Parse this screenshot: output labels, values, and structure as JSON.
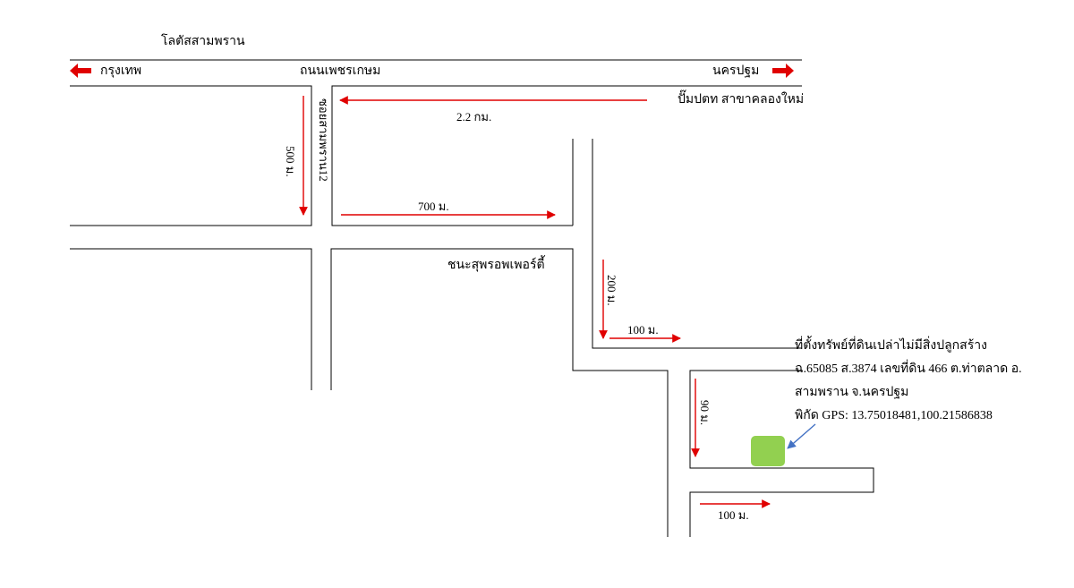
{
  "labels": {
    "lotus": "โลตัสสามพราน",
    "bangkok": "กรุงเทพ",
    "main_road": "ถนนเพชรเกษม",
    "nakhon_pathom": "นครปฐม",
    "ptt_station": "ปั๊มปตท สาขาคลองใหม่",
    "dist_2_2km": "2.2 กม.",
    "soi": "ซอยสามพราน12",
    "dist_500m": "500 ม.",
    "dist_700m": "700 ม.",
    "chana_property": "ชนะสุพรอพเพอร์ตี้",
    "dist_200m": "200 ม.",
    "dist_100m_a": "100 ม.",
    "dist_90m": "90 ม.",
    "dist_100m_b": "100 ม."
  },
  "info": {
    "line1": "ที่ตั้งทรัพย์ที่ดินเปล่าไม่มีสิ่งปลูกสร้าง",
    "line2": "ฉ.65085 ส.3874 เลขที่ดิน 466 ต.ท่าตลาด อ.",
    "line3": "สามพราน จ.นครปฐม",
    "line4": "พิกัด GPS: 13.75018481,100.21586838"
  },
  "colors": {
    "road": "#000000",
    "arrow": "#e00000",
    "marker": "#92d050",
    "pointer": "#4472c4"
  },
  "icons": {
    "left": "arrow-left-icon",
    "right": "arrow-right-icon",
    "marker": "land-marker-icon"
  }
}
